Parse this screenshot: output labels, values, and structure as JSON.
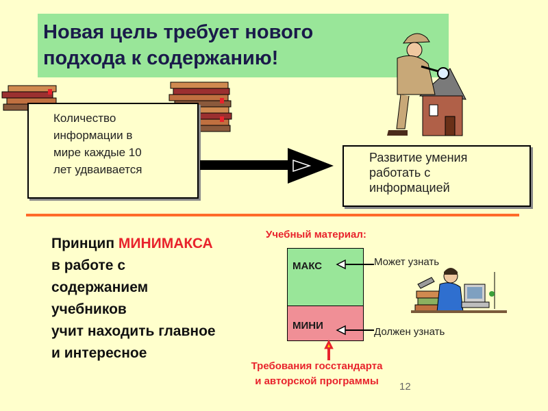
{
  "title": {
    "line1": "Новая цель требует нового",
    "line2": "подхода к содержанию!"
  },
  "info_box": {
    "line1": "Количество",
    "line2": "информации в",
    "line3": "мире каждые 10",
    "line4": "лет удваивается"
  },
  "result_box": {
    "line1": "Развитие умения",
    "line2": "работать с",
    "line3": "информацией"
  },
  "principle": {
    "prefix": "Принцип ",
    "highlight": "МИНИМАКСА",
    "line2": "в работе с",
    "line3": "содержанием",
    "line4": "учебников",
    "line5": "учит находить главное",
    "line6": "и интересное"
  },
  "diagram": {
    "material_label": "Учебный материал:",
    "max_label": "МАКС",
    "min_label": "МИНИ",
    "can_know": "Может узнать",
    "must_know": "Должен узнать",
    "requirements_line1": "Требования госстандарта",
    "requirements_line2": "и авторской программы"
  },
  "page_number": "12",
  "colors": {
    "background": "#ffffcc",
    "title_bg": "#99e699",
    "accent_red": "#e8232c",
    "divider": "#ff6a2a",
    "min_block": "#f08f96"
  }
}
